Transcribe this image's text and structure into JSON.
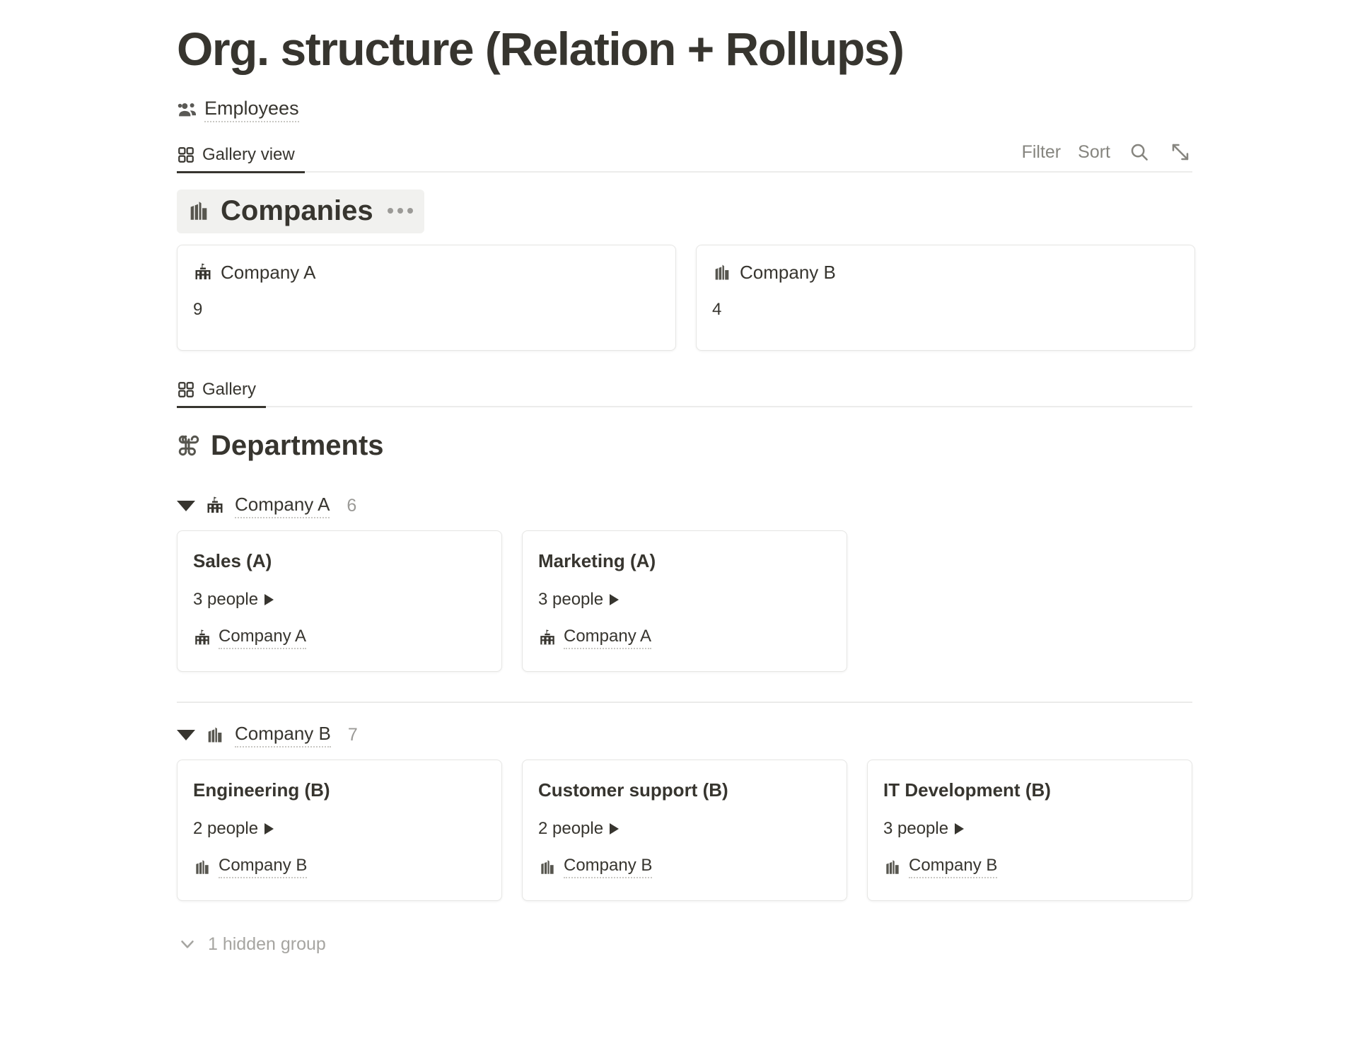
{
  "page": {
    "title": "Org. structure (Relation + Rollups)"
  },
  "breadcrumb": {
    "icon": "people-group-icon",
    "label": "Employees"
  },
  "view_bar": {
    "tab": {
      "icon": "gallery-grid-icon",
      "label": "Gallery view"
    },
    "tools": {
      "filter_label": "Filter",
      "sort_label": "Sort",
      "search_icon": "search-icon",
      "expand_icon": "expand-diagonal-icon"
    }
  },
  "companies_section": {
    "icon": "factory-building-icon",
    "title": "Companies",
    "menu_icon": "more-horizontal-icon",
    "cards": [
      {
        "icon": "school-building-icon",
        "title": "Company A",
        "value": "9"
      },
      {
        "icon": "factory-building-icon",
        "title": "Company B",
        "value": "4"
      }
    ]
  },
  "departments_view": {
    "tab": {
      "icon": "gallery-grid-icon",
      "label": "Gallery"
    },
    "icon": "command-loop-icon",
    "title": "Departments",
    "groups": [
      {
        "caret": "caret-down-icon",
        "icon": "school-building-icon",
        "label": "Company A",
        "count": "6",
        "cards": [
          {
            "title": "Sales (A)",
            "rollup": "3 people",
            "rollup_arrow": "play-triangle-icon",
            "relation_icon": "school-building-icon",
            "relation": "Company A"
          },
          {
            "title": "Marketing (A)",
            "rollup": "3 people",
            "rollup_arrow": "play-triangle-icon",
            "relation_icon": "school-building-icon",
            "relation": "Company A"
          }
        ]
      },
      {
        "caret": "caret-down-icon",
        "icon": "factory-building-icon",
        "label": "Company B",
        "count": "7",
        "cards": [
          {
            "title": "Engineering (B)",
            "rollup": "2 people",
            "rollup_arrow": "play-triangle-icon",
            "relation_icon": "factory-building-icon",
            "relation": "Company B"
          },
          {
            "title": "Customer support (B)",
            "rollup": "2 people",
            "rollup_arrow": "play-triangle-icon",
            "relation_icon": "factory-building-icon",
            "relation": "Company B"
          },
          {
            "title": "IT Development (B)",
            "rollup": "3 people",
            "rollup_arrow": "play-triangle-icon",
            "relation_icon": "factory-building-icon",
            "relation": "Company B"
          }
        ]
      }
    ],
    "hidden_group": {
      "icon": "chevron-down-icon",
      "label": "1 hidden group"
    }
  },
  "colors": {
    "text": "#37352f",
    "muted": "#9b9a97",
    "border": "#e6e6e4",
    "highlight": "#f1f1ef"
  }
}
